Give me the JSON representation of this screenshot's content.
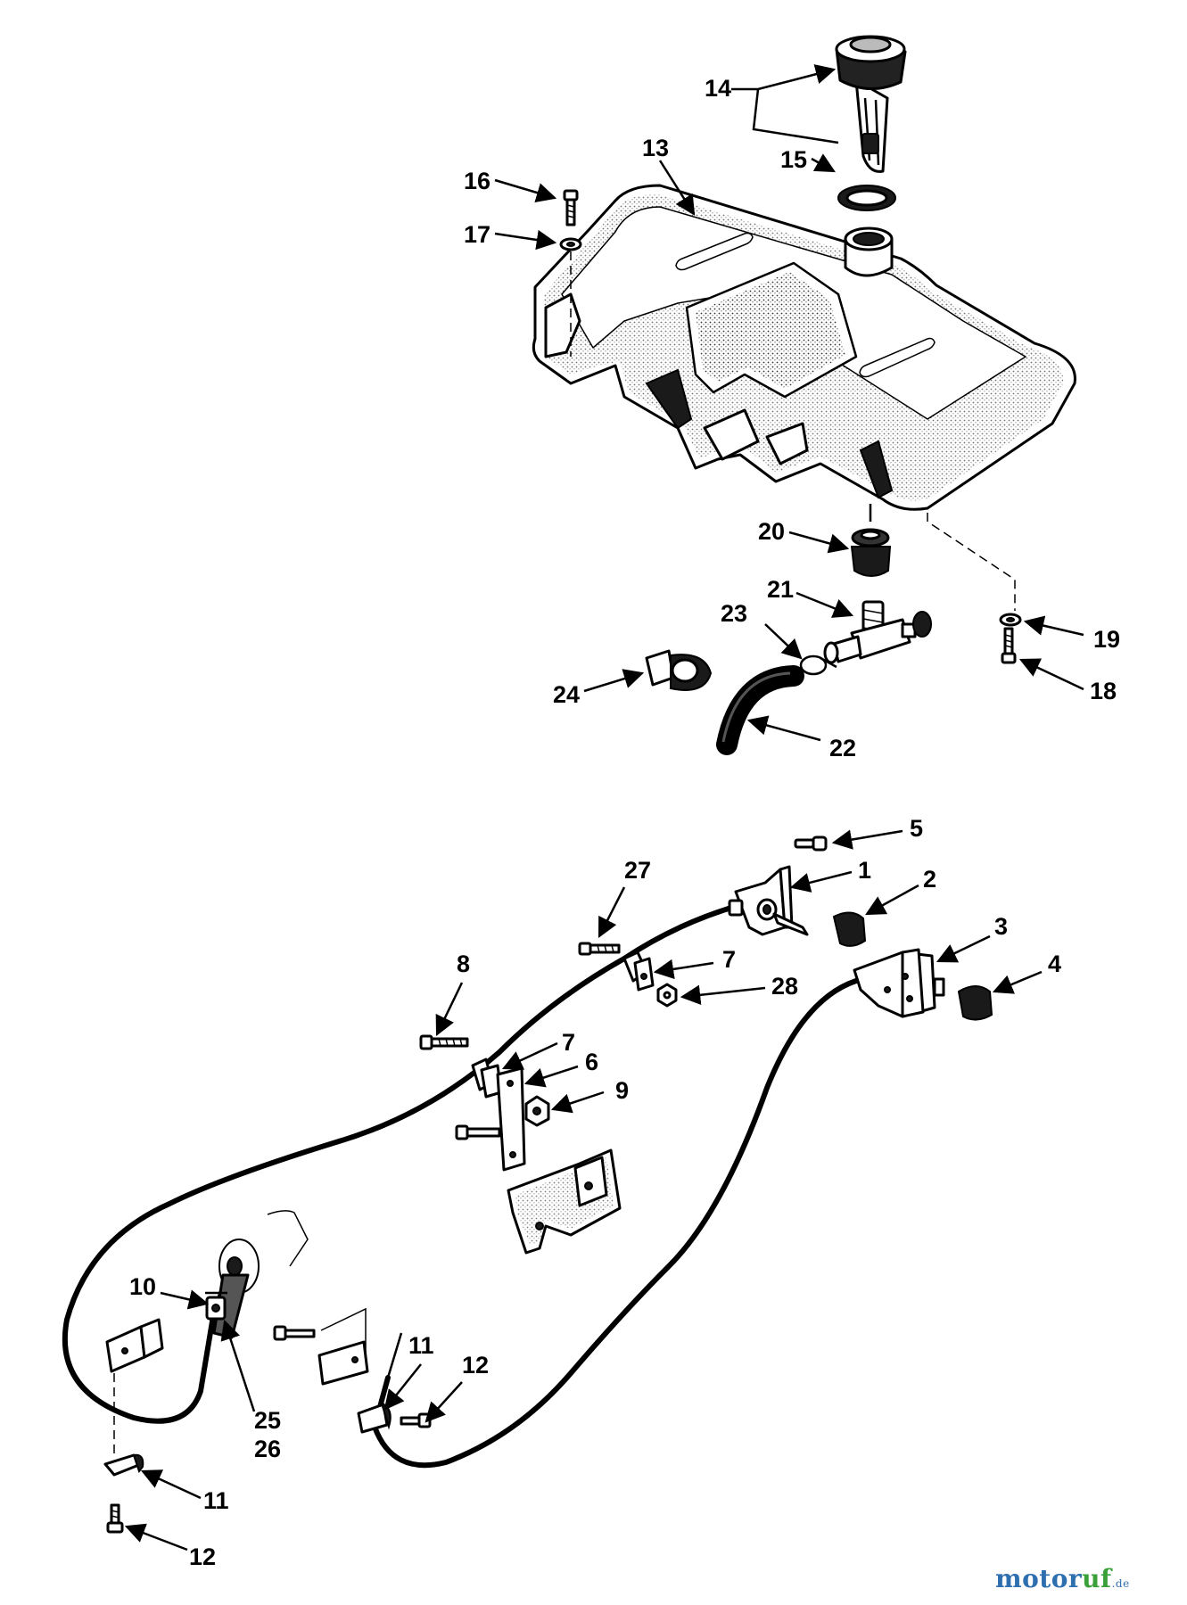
{
  "callouts": [
    {
      "id": "c1",
      "text": "1"
    },
    {
      "id": "c2",
      "text": "2"
    },
    {
      "id": "c3",
      "text": "3"
    },
    {
      "id": "c4",
      "text": "4"
    },
    {
      "id": "c5",
      "text": "5"
    },
    {
      "id": "c6",
      "text": "6"
    },
    {
      "id": "c7a",
      "text": "7"
    },
    {
      "id": "c7b",
      "text": "7"
    },
    {
      "id": "c8",
      "text": "8"
    },
    {
      "id": "c9",
      "text": "9"
    },
    {
      "id": "c10",
      "text": "10"
    },
    {
      "id": "c11a",
      "text": "11"
    },
    {
      "id": "c11b",
      "text": "11"
    },
    {
      "id": "c12a",
      "text": "12"
    },
    {
      "id": "c12b",
      "text": "12"
    },
    {
      "id": "c13",
      "text": "13"
    },
    {
      "id": "c14",
      "text": "14"
    },
    {
      "id": "c15",
      "text": "15"
    },
    {
      "id": "c16",
      "text": "16"
    },
    {
      "id": "c17",
      "text": "17"
    },
    {
      "id": "c18",
      "text": "18"
    },
    {
      "id": "c19",
      "text": "19"
    },
    {
      "id": "c20",
      "text": "20"
    },
    {
      "id": "c21",
      "text": "21"
    },
    {
      "id": "c22",
      "text": "22"
    },
    {
      "id": "c23",
      "text": "23"
    },
    {
      "id": "c24",
      "text": "24"
    },
    {
      "id": "c25",
      "text": "25"
    },
    {
      "id": "c26",
      "text": "26"
    },
    {
      "id": "c27",
      "text": "27"
    },
    {
      "id": "c28",
      "text": "28"
    }
  ],
  "watermark": {
    "part1": "motor",
    "part2": "uf",
    "suffix": ".de"
  }
}
